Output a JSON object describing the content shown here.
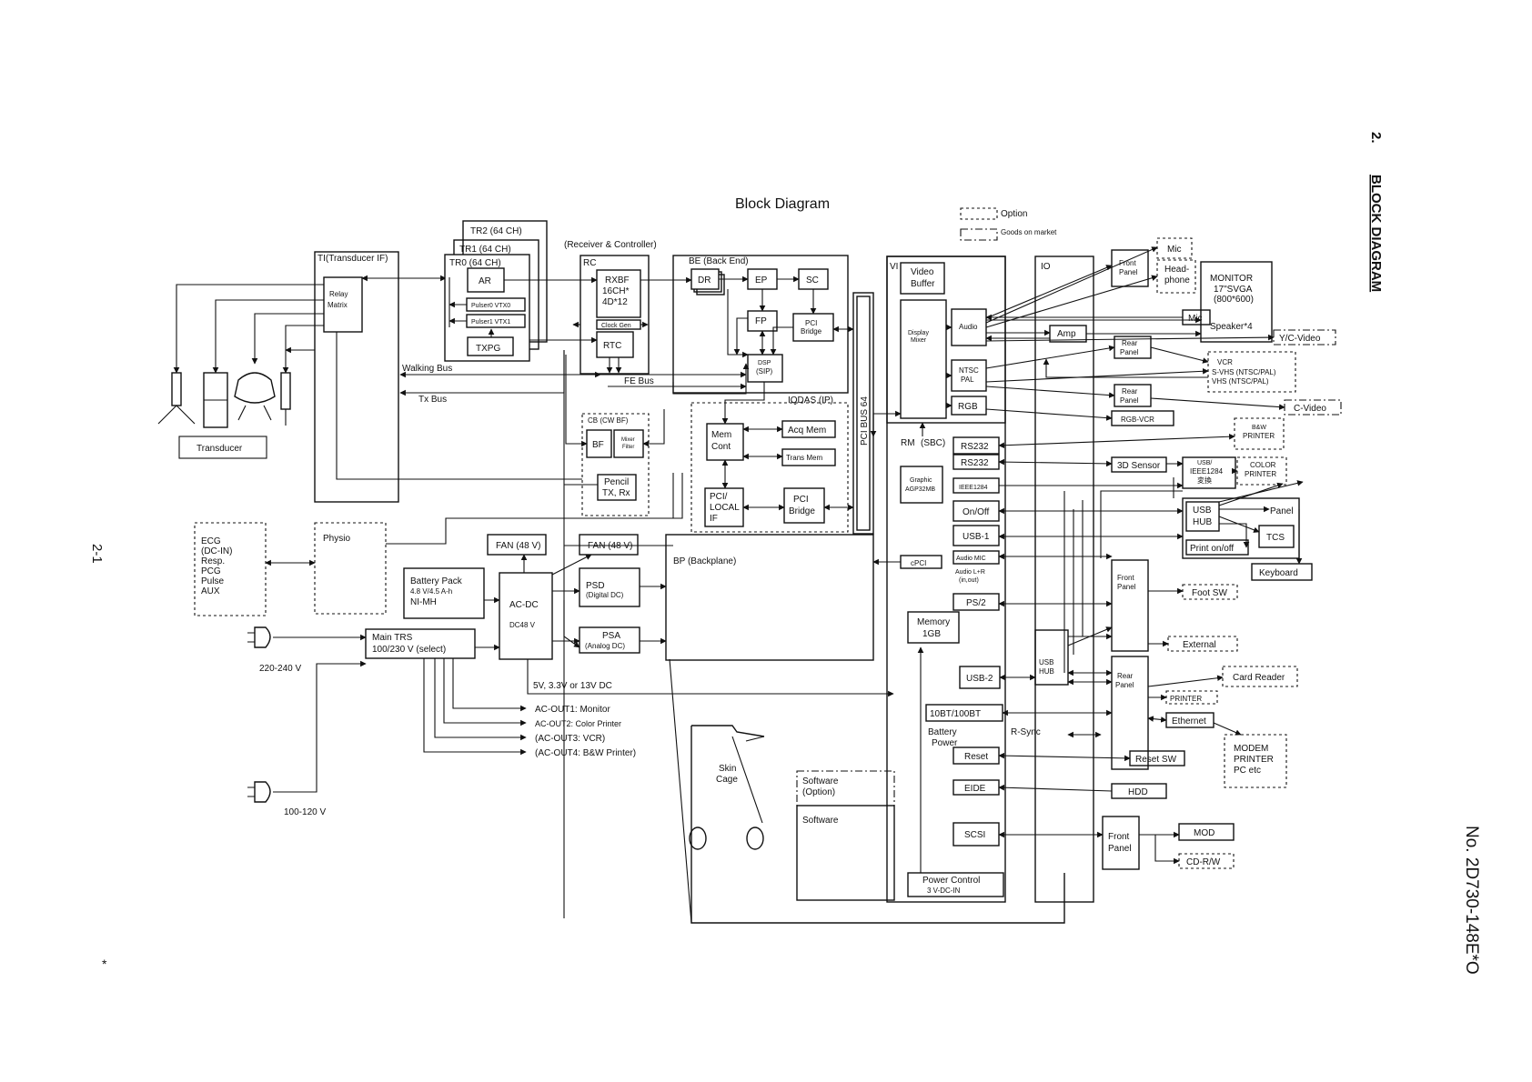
{
  "page": {
    "section_number": "2.",
    "section_title": "BLOCK DIAGRAM",
    "page_number": "2-1",
    "doc_number": "No. 2D730-148E*O",
    "asterisk": "*",
    "title": "Block Diagram"
  },
  "legend": {
    "option": "Option",
    "goods": "Goods on market"
  },
  "labels": {
    "ti": "TI(Transducer IF)",
    "relay": "Relay Matrix",
    "transducer": "Transducer",
    "tr2": "TR2 (64 CH)",
    "tr1": "TR1 (64 CH)",
    "tr0": "TR0 (64 CH)",
    "ar": "AR",
    "pulser0": "Pulser0 VTX0",
    "pulser1": "Pulser1 VTX1",
    "txpg": "TXPG",
    "recv": "(Receiver & Controller)",
    "rc": "RC",
    "rxbf1": "RXBF",
    "rxbf2": "16CH*",
    "rxbf3": "4D*12",
    "clock": "Clock Gen",
    "rtc": "RTC",
    "walking": "Walking Bus",
    "txbus": "Tx Bus",
    "febus": "FE Bus",
    "cb": "CB (CW BF)",
    "bf": "BF",
    "mixer1": "Mixer",
    "mixer2": "Filter",
    "pencil1": "Pencil",
    "pencil2": "TX, Rx",
    "be": "BE (Back End)",
    "dr": "DR",
    "ep": "EP",
    "fp": "FP",
    "sc": "SC",
    "pci1": "PCI",
    "pci2": "Bridge",
    "dsp1": "DSP",
    "dsp2": "(SIP)",
    "iqdas": "IQDAS (IP)",
    "mem1": "Mem",
    "mem2": "Cont",
    "acq": "Acq Mem",
    "trans": "Trans Mem",
    "pcil1": "PCI/",
    "pcil2": "LOCAL",
    "pcil3": "IF",
    "pcib1": "PCI",
    "pcib2": "Bridge",
    "pcibus": "PCI BUS 64",
    "ecg1": "ECG",
    "ecg2": "(DC-IN)",
    "ecg3": "Resp.",
    "ecg4": "PCG",
    "ecg5": "Pulse",
    "ecg6": "AUX",
    "physio": "Physio",
    "fan1": "FAN (48 V)",
    "fan2": "FAN (48 V)",
    "bat1": "Battery Pack",
    "bat2": "4.8 V/4.5 A-h",
    "bat3": "NI-MH",
    "acdc1": "AC-DC",
    "acdc2": "DC48 V",
    "psd1": "PSD",
    "psd2": "(Digital DC)",
    "psa1": "PSA",
    "psa2": "(Analog DC)",
    "bp": "BP (Backplane)",
    "maintrs1": "Main TRS",
    "maintrs2": "100/230 V (select)",
    "v220": "220-240 V",
    "v100": "100-120 V",
    "dcout": "5V, 3.3V or 13V DC",
    "acout1": "AC-OUT1: Monitor",
    "acout2": "AC-OUT2: Color Printer",
    "acout3": "(AC-OUT3: VCR)",
    "acout4": "(AC-OUT4: B&W Printer)",
    "skin1": "Skin",
    "skin2": "Cage",
    "swopt1": "Software",
    "swopt2": "(Option)",
    "sw": "Software",
    "vi": "VI",
    "video1": "Video",
    "video2": "Buffer",
    "dmix1": "Display",
    "dmix2": "Mixer",
    "audio": "Audio",
    "ntsc1": "NTSC",
    "ntsc2": "PAL",
    "rgb": "RGB",
    "rm": "RM",
    "sbc": "(SBC)",
    "gr1": "Graphic",
    "gr2": "AGP32MB",
    "rs232a": "RS232",
    "rs232b": "RS232",
    "ieee1284": "IEEE1284",
    "onoff": "On/Off",
    "usb1": "USB-1",
    "audiomic": "Audio MIC",
    "audiolr1": "Audio L+R",
    "audiolr2": "(in,out)",
    "cpci": "cPCI",
    "ps2": "PS/2",
    "memory1": "Memory",
    "memory2": "1GB",
    "usb2": "USB-2",
    "eth": "10BT/100BT",
    "batpow1": "Battery",
    "batpow2": "Power",
    "rsync": "R-Sync",
    "reset": "Reset",
    "eide": "EIDE",
    "scsi": "SCSI",
    "power1": "Power Control",
    "power2": "3 V-DC-IN",
    "io": "IO",
    "frontpanel_a1": "Front",
    "frontpanel_a2": "Panel",
    "mic": "Mic",
    "headphone1": "Head-",
    "headphone2": "phone",
    "monitor1": "MONITOR",
    "monitor2": "17\"SVGA",
    "monitor3": "(800*600)",
    "mic2": "Mic",
    "speaker": "Speaker*4",
    "amp": "Amp",
    "rearpanel_a1": "Rear",
    "rearpanel_a2": "Panel",
    "yc": "Y/C-Video",
    "vcr1": "VCR",
    "vcr2": "S-VHS (NTSC/PAL)",
    "vcr3": "VHS (NTSC/PAL)",
    "rearpanel_b1": "Rear",
    "rearpanel_b2": "Panel",
    "cvideo": "C-Video",
    "rgbvcr": "RGB-VCR",
    "bw1": "B&W",
    "bw2": "PRINTER",
    "sensor": "3D Sensor",
    "usbieee1": "USB/",
    "usbieee2": "IEEE1284",
    "usbieee3": "変換",
    "color1": "COLOR",
    "color2": "PRINTER",
    "usbhub1": "USB",
    "usbhub2": "HUB",
    "panel": "Panel",
    "tcs": "TCS",
    "printonoff": "Print on/off",
    "keyboard": "Keyboard",
    "frontpanel_b1": "Front",
    "frontpanel_b2": "Panel",
    "footsw": "Foot SW",
    "external": "External",
    "usbhub_b1": "USB",
    "usbhub_b2": "HUB",
    "rearpanel_c1": "Rear",
    "rearpanel_c2": "Panel",
    "cardreader": "Card Reader",
    "printer": "PRINTER",
    "ethernet": "Ethernet",
    "modem1": "MODEM",
    "modem2": "PRINTER",
    "modem3": "PC etc",
    "resetsw": "Reset SW",
    "hdd": "HDD",
    "frontpanel_c1": "Front",
    "frontpanel_c2": "Panel",
    "mod": "MOD",
    "cdrw": "CD-R/W"
  }
}
